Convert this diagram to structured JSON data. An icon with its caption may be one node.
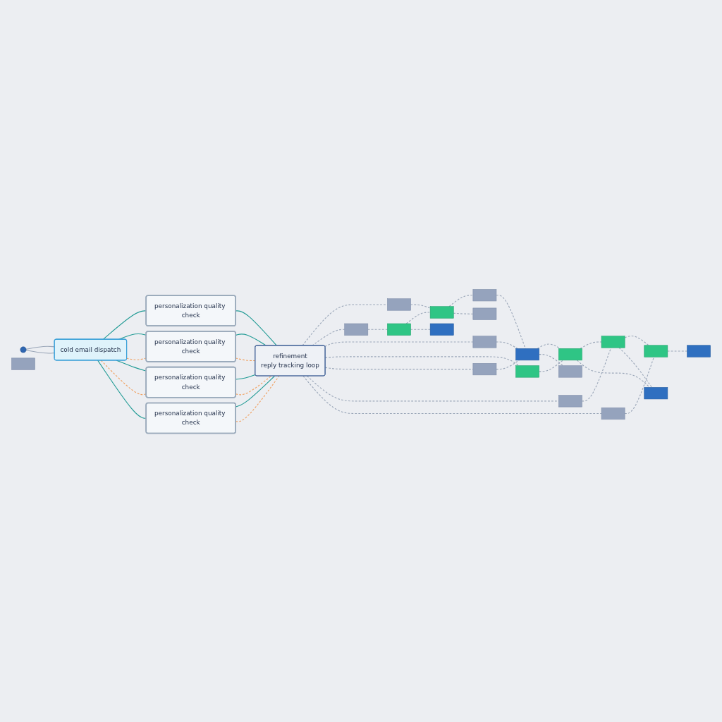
{
  "diagram": {
    "nodes": [
      {
        "text": [],
        "shape": "person"
      },
      {
        "text": [
          "cold email dispatch"
        ]
      },
      {
        "text": [
          "personalization quality check"
        ]
      },
      {
        "text": [
          "personalization quality check"
        ]
      },
      {
        "text": [
          "personalization quality check"
        ]
      },
      {
        "text": [
          "personalization quality check"
        ]
      },
      {
        "text": [
          "refinement",
          "reply tracking loop"
        ]
      },
      {
        "text": [],
        "shape": "envelope"
      },
      {
        "text": [],
        "shape": "envelope"
      },
      {
        "text": [],
        "shape": "envelope"
      },
      {
        "text": [],
        "shape": "envelope"
      },
      {
        "text": [],
        "shape": "envelope"
      },
      {
        "text": [],
        "shape": "envelope"
      },
      {
        "text": [],
        "shape": "envelope"
      },
      {
        "text": [],
        "shape": "envelope"
      },
      {
        "text": [],
        "shape": "envelope"
      },
      {
        "text": [],
        "shape": "envelope"
      },
      {
        "text": [],
        "shape": "envelope"
      },
      {
        "text": [],
        "shape": "envelope"
      },
      {
        "text": [],
        "shape": "envelope"
      },
      {
        "text": [],
        "shape": "envelope"
      },
      {
        "text": [],
        "shape": "envelope"
      },
      {
        "text": [],
        "shape": "envelope"
      },
      {
        "text": [],
        "shape": "envelope"
      },
      {
        "text": [],
        "shape": "envelope"
      },
      {
        "text": [],
        "shape": "envelope"
      },
      {
        "text": [],
        "shape": "envelope"
      }
    ],
    "edges": [
      {
        "from": 0,
        "to": 1,
        "arrow": "none",
        "color": "#9aa6b8"
      },
      {
        "from": 0,
        "to": 1,
        "arrow": "none",
        "color": "#9aa6b8"
      },
      {
        "from": 1,
        "to": 2,
        "arrow": "none",
        "color": "#1f9a94"
      },
      {
        "from": 1,
        "to": 3,
        "arrow": "none",
        "color": "#1f9a94"
      },
      {
        "from": 1,
        "to": 3,
        "arrow": "none",
        "style": "dashed",
        "color": "#f0a060"
      },
      {
        "from": 1,
        "to": 4,
        "arrow": "none",
        "color": "#1f9a94"
      },
      {
        "from": 1,
        "to": 4,
        "arrow": "none",
        "style": "dashed",
        "color": "#f0a060"
      },
      {
        "from": 1,
        "to": 5,
        "arrow": "none",
        "color": "#1f9a94"
      },
      {
        "from": 2,
        "to": 6,
        "arrow": "none",
        "color": "#1f9a94"
      },
      {
        "from": 3,
        "to": 6,
        "arrow": "none",
        "color": "#1f9a94"
      },
      {
        "from": 3,
        "to": 6,
        "arrow": "none",
        "style": "dashed",
        "color": "#f0a060"
      },
      {
        "from": 4,
        "to": 6,
        "arrow": "none",
        "color": "#1f9a94"
      },
      {
        "from": 4,
        "to": 6,
        "arrow": "none",
        "style": "dashed",
        "color": "#f0a060"
      },
      {
        "from": 5,
        "to": 6,
        "arrow": "none",
        "color": "#1f9a94"
      },
      {
        "from": 5,
        "to": 6,
        "arrow": "none",
        "style": "dashed",
        "color": "#f0a060"
      },
      {
        "from": 6,
        "to": 7,
        "arrow": "none",
        "style": "dashed",
        "color": "#9aa6b8"
      },
      {
        "from": 6,
        "to": 8,
        "arrow": "none",
        "style": "dashed",
        "color": "#9aa6b8"
      },
      {
        "from": 6,
        "to": 9,
        "arrow": "none",
        "style": "dashed",
        "color": "#9aa6b8"
      },
      {
        "from": 6,
        "to": 10,
        "arrow": "none",
        "style": "dashed",
        "color": "#9aa6b8"
      },
      {
        "from": 6,
        "to": 11,
        "arrow": "none",
        "style": "dashed",
        "color": "#9aa6b8"
      },
      {
        "from": 6,
        "to": 12,
        "arrow": "none",
        "style": "dashed",
        "color": "#9aa6b8"
      },
      {
        "from": 6,
        "to": 13,
        "arrow": "none",
        "style": "dashed",
        "color": "#9aa6b8"
      },
      {
        "from": 7,
        "to": 16,
        "arrow": "none",
        "style": "dashed",
        "color": "#9aa6b8"
      },
      {
        "from": 8,
        "to": 15,
        "arrow": "none",
        "style": "dashed",
        "color": "#9aa6b8"
      },
      {
        "from": 9,
        "to": 18,
        "arrow": "none",
        "style": "dashed",
        "color": "#9aa6b8"
      },
      {
        "from": 10,
        "to": 19,
        "arrow": "none",
        "style": "dashed",
        "color": "#9aa6b8"
      },
      {
        "from": 11,
        "to": 18,
        "arrow": "none",
        "style": "dashed",
        "color": "#9aa6b8"
      },
      {
        "from": 12,
        "to": 20,
        "arrow": "none",
        "style": "dashed",
        "color": "#9aa6b8"
      },
      {
        "from": 13,
        "to": 21,
        "arrow": "none",
        "style": "dashed",
        "color": "#9aa6b8"
      },
      {
        "from": 15,
        "to": 16,
        "arrow": "none",
        "style": "dashed",
        "color": "#9aa6b8"
      },
      {
        "from": 16,
        "to": 17,
        "arrow": "none",
        "style": "dashed",
        "color": "#9aa6b8"
      },
      {
        "from": 17,
        "to": 18,
        "arrow": "none",
        "style": "dashed",
        "color": "#9aa6b8"
      },
      {
        "from": 18,
        "to": 19,
        "arrow": "none",
        "style": "dashed",
        "color": "#9aa6b8"
      },
      {
        "from": 19,
        "to": 20,
        "arrow": "none",
        "style": "dashed",
        "color": "#9aa6b8"
      },
      {
        "from": 20,
        "to": 21,
        "arrow": "none",
        "style": "dashed",
        "color": "#9aa6b8"
      },
      {
        "from": 15,
        "to": 22,
        "arrow": "none",
        "style": "dashed",
        "color": "#9aa6b8"
      },
      {
        "from": 16,
        "to": 23,
        "arrow": "none",
        "style": "dashed",
        "color": "#9aa6b8"
      },
      {
        "from": 18,
        "to": 24,
        "arrow": "none",
        "style": "dashed",
        "color": "#9aa6b8"
      },
      {
        "from": 19,
        "to": 25,
        "arrow": "none",
        "style": "dashed",
        "color": "#9aa6b8"
      },
      {
        "from": 20,
        "to": 25,
        "arrow": "none",
        "style": "dashed",
        "color": "#9aa6b8"
      },
      {
        "from": 21,
        "to": 26,
        "arrow": "none",
        "style": "dashed",
        "color": "#9aa6b8"
      }
    ]
  }
}
